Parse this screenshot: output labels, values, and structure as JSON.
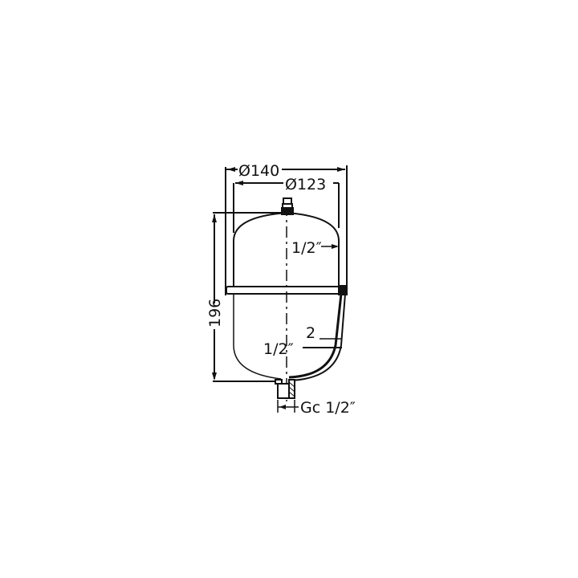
{
  "drawing": {
    "subject": "expansion-vessel",
    "dimensions": {
      "outer_diameter": "Ø140",
      "inner_diameter": "Ø123",
      "height": "196",
      "top_connection": "1/2″",
      "side_connection": "1/2″",
      "side_part": "2",
      "bottom_connection": "Gc 1/2″"
    },
    "colors": {
      "line": "#111111",
      "background": "#ffffff"
    }
  }
}
